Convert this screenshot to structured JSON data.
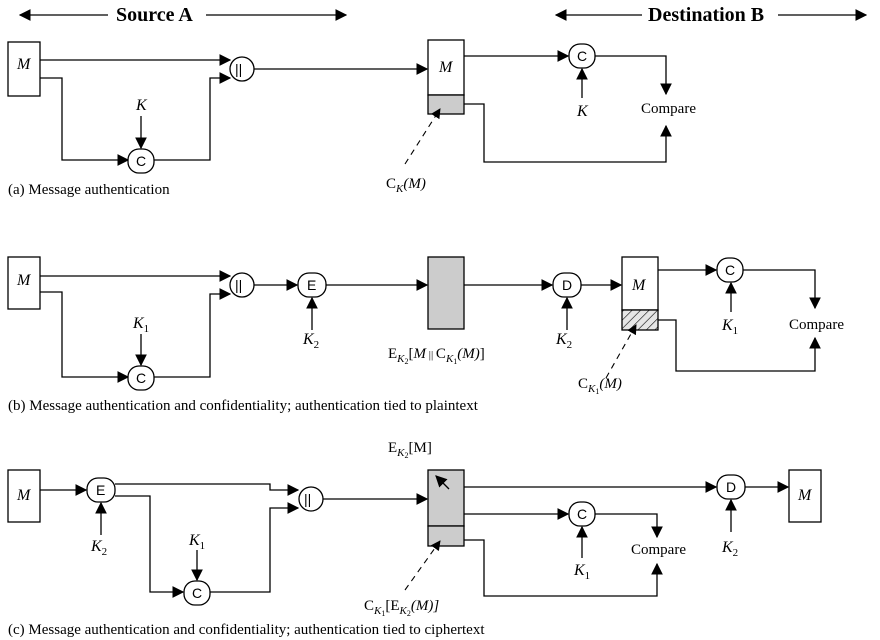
{
  "header": {
    "source": "Source A",
    "destination": "Destination B"
  },
  "symbols": {
    "M": "M",
    "K": "K",
    "C": "C",
    "E": "E",
    "D": "D",
    "K1": "K",
    "K2": "K",
    "sub1": "1",
    "sub2": "2",
    "concat": "||",
    "compare": "Compare"
  },
  "panel_a": {
    "tag_label": "C",
    "tag_sub": "K",
    "tag_arg": "(M)",
    "caption": "(a) Message authentication"
  },
  "panel_b": {
    "cipher_prefix": "E",
    "cipher_sub": "K",
    "cipher_sub2": "2",
    "cipher_open": "[",
    "cipher_M": "M",
    "cipher_bar": " || ",
    "cipher_C": "C",
    "cipher_Csub": "K",
    "cipher_Csub2": "1",
    "cipher_arg": "(M)",
    "cipher_close": "]",
    "tag_label": "C",
    "tag_sub": "K",
    "tag_sub2": "1",
    "tag_arg": "(M)",
    "caption": "(b) Message authentication and confidentiality; authentication tied to plaintext"
  },
  "panel_c": {
    "enc_prefix": "E",
    "enc_sub": "K",
    "enc_sub2": "2",
    "enc_arg": "[M]",
    "tag_prefix": "C",
    "tag_sub": "K",
    "tag_sub2": "1",
    "tag_open": "[E",
    "tag_isub": "K",
    "tag_isub2": "2",
    "tag_arg": "(M)]",
    "caption": "(c) Message authentication and confidentiality; authentication tied to ciphertext"
  }
}
